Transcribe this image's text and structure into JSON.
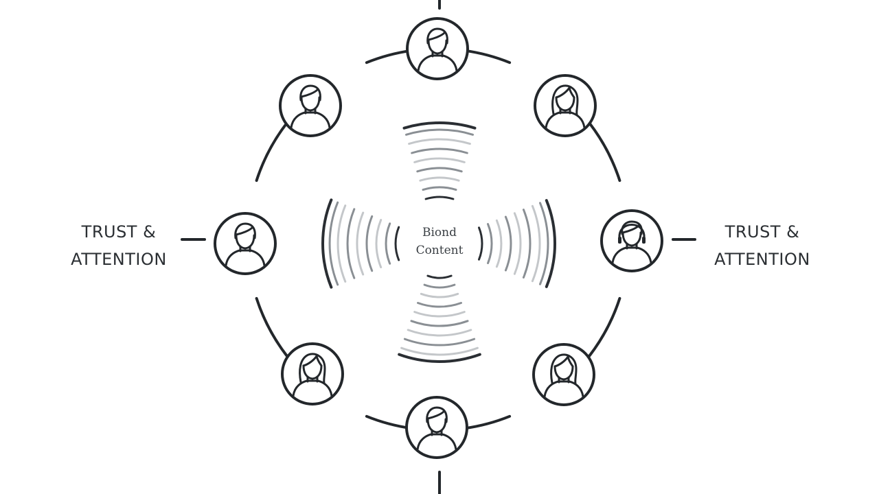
{
  "labels": {
    "left": {
      "line1": "TRUST &",
      "line2": "ATTENTION"
    },
    "right": {
      "line1": "TRUST &",
      "line2": "ATTENTION"
    }
  },
  "center": {
    "line1": "Biond",
    "line2": "Content"
  },
  "colors": {
    "stroke": "#23272b",
    "wave_dark": "#2a2e33",
    "wave_mid": "#8a8f94",
    "wave_light": "#c4c7ca",
    "background": "#ffffff"
  },
  "avatars": [
    {
      "id": "top",
      "icon": "person-male-icon"
    },
    {
      "id": "upper-right",
      "icon": "person-female-icon"
    },
    {
      "id": "right",
      "icon": "person-headset-icon"
    },
    {
      "id": "lower-right",
      "icon": "person-female-icon"
    },
    {
      "id": "bottom",
      "icon": "person-male-icon"
    },
    {
      "id": "lower-left",
      "icon": "person-female-icon"
    },
    {
      "id": "left",
      "icon": "person-male-icon"
    },
    {
      "id": "upper-left",
      "icon": "person-male-icon"
    }
  ]
}
